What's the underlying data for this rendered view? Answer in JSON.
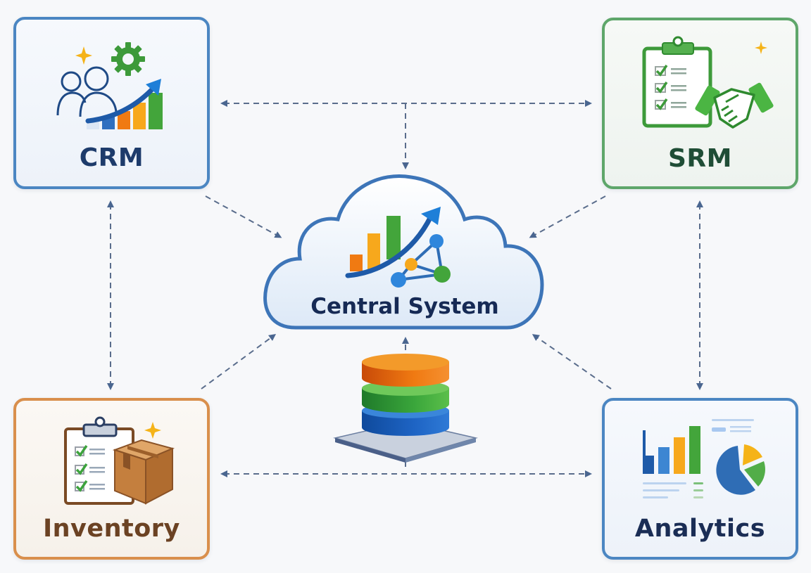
{
  "diagram": {
    "type": "system-integration-hub",
    "center": {
      "label": "Central System",
      "icon": "cloud-analytics-network-icon"
    },
    "storage": {
      "icon": "database-stack-icon"
    },
    "nodes": [
      {
        "id": "crm",
        "label": "CRM",
        "icon": "crm-users-growth-icon",
        "border_color": "#4b86c2",
        "text_color": "#1d3b6b"
      },
      {
        "id": "srm",
        "label": "SRM",
        "icon": "srm-clipboard-handshake-icon",
        "border_color": "#5ea66a",
        "text_color": "#1f4d36"
      },
      {
        "id": "inventory",
        "label": "Inventory",
        "icon": "inventory-clipboard-box-icon",
        "border_color": "#d98f4c",
        "text_color": "#6b4223"
      },
      {
        "id": "analytics",
        "label": "Analytics",
        "icon": "analytics-charts-icon",
        "border_color": "#4b86c2",
        "text_color": "#1a2d55"
      }
    ],
    "connections": [
      {
        "from": "crm",
        "to": "srm",
        "style": "dashed",
        "direction": "bidirectional"
      },
      {
        "from": "inventory",
        "to": "analytics",
        "style": "dashed",
        "direction": "bidirectional"
      },
      {
        "from": "crm",
        "to": "inventory",
        "style": "dashed",
        "direction": "bidirectional"
      },
      {
        "from": "srm",
        "to": "analytics",
        "style": "dashed",
        "direction": "bidirectional"
      },
      {
        "from": "crm-srm-link",
        "to": "central",
        "style": "dashed",
        "direction": "to-target"
      },
      {
        "from": "crm",
        "to": "central",
        "style": "dashed",
        "direction": "to-target"
      },
      {
        "from": "srm",
        "to": "central",
        "style": "dashed",
        "direction": "to-target"
      },
      {
        "from": "inventory",
        "to": "central",
        "style": "dashed",
        "direction": "to-target"
      },
      {
        "from": "analytics",
        "to": "central",
        "style": "dashed",
        "direction": "to-target"
      },
      {
        "from": "storage",
        "to": "central",
        "style": "dashed",
        "direction": "to-target"
      }
    ],
    "connector_color": "#5a6d8c"
  }
}
